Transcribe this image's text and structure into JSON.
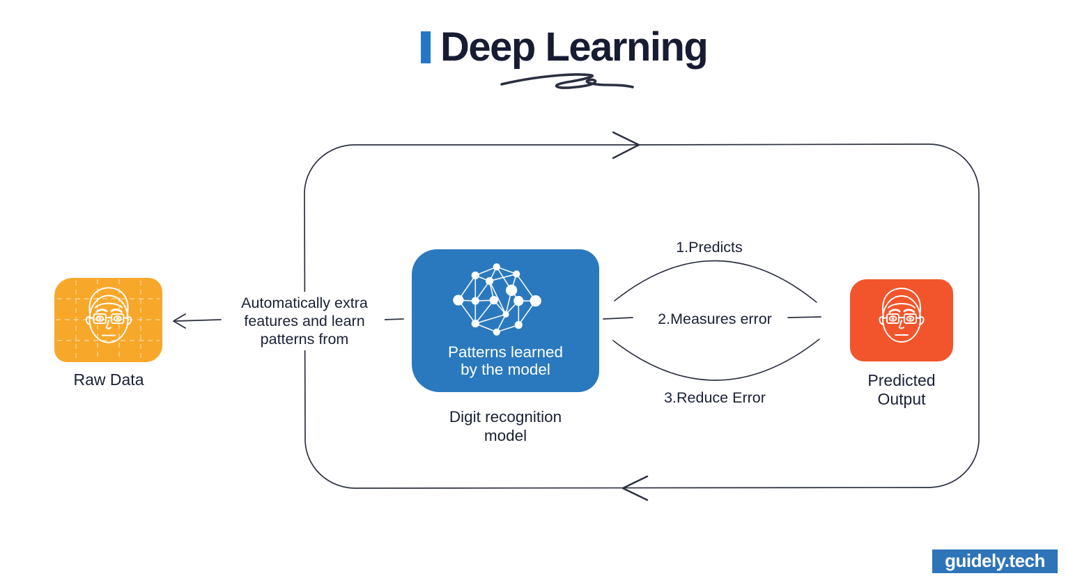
{
  "title": {
    "text": "Deep Learning",
    "accent_color": "#2377C8",
    "text_color": "#171C33"
  },
  "nodes": {
    "raw_data": {
      "label": "Raw Data",
      "box_color": "#F7A82B",
      "icon": "face-sketch-icon"
    },
    "auto_note": {
      "line1": "Automatically extra",
      "line2": "features and learn",
      "line3": "patterns from"
    },
    "model": {
      "box_color": "#2A79BE",
      "icon": "neural-network-icon",
      "inner_line1": "Patterns learned",
      "inner_line2": "by the model",
      "caption_line1": "Digit recognition",
      "caption_line2": "model"
    },
    "predicted_output": {
      "box_color": "#F2552B",
      "icon": "face-sketch-icon",
      "label_line1": "Predicted",
      "label_line2": "Output"
    }
  },
  "loop_labels": {
    "step1": "1.Predicts",
    "step2": "2.Measures error",
    "step3": "3.Reduce Error"
  },
  "branding": {
    "text": "guidely.tech",
    "bg_color": "#2E74B8",
    "text_color": "#FFFFFF"
  },
  "stroke_color": "#2B3040"
}
